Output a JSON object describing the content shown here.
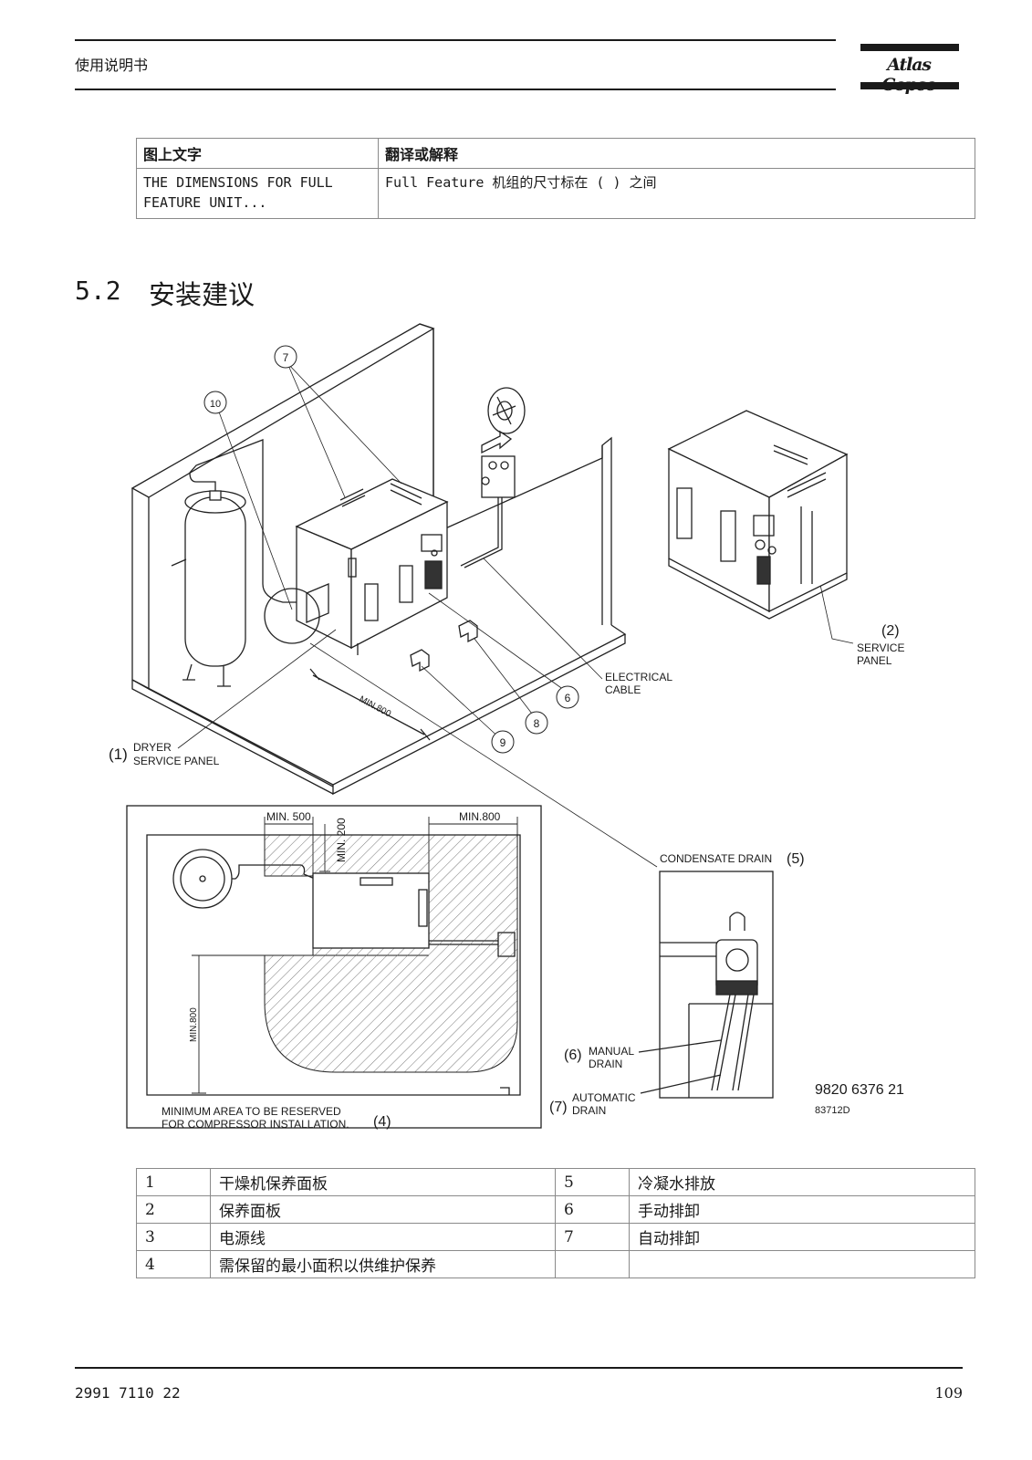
{
  "header": {
    "title": "使用说明书",
    "logo_text": "Atlas Copco"
  },
  "term_table": {
    "col1_header": "图上文字",
    "col2_header": "翻译或解释",
    "row_term_line1": "THE DIMENSIONS FOR FULL",
    "row_term_line2": "FEATURE UNIT...",
    "row_explanation": "Full Feature 机组的尺寸标在 ( ) 之间"
  },
  "section": {
    "number": "5.2",
    "title": "安装建议"
  },
  "figure": {
    "callouts": [
      "7",
      "10",
      "6",
      "8",
      "9"
    ],
    "dryer_service_panel_num": "(1)",
    "dryer_service_panel_line1": "DRYER",
    "dryer_service_panel_line2": "SERVICE PANEL",
    "service_panel_num": "(2)",
    "service_panel_line1": "SERVICE",
    "service_panel_line2": "PANEL",
    "electrical_cable_line1": "ELECTRICAL",
    "electrical_cable_line2": "CABLE",
    "min800_diag": "MIN.800",
    "plan_min500": "MIN. 500",
    "plan_min200": "MIN. 200",
    "plan_min800_top": "MIN.800",
    "plan_min800_left": "MIN.800",
    "min_area_line1": "MINIMUM AREA TO BE RESERVED",
    "min_area_line2": "FOR COMPRESSOR INSTALLATION.",
    "min_area_num": "(4)",
    "condensate_drain": "CONDENSATE DRAIN",
    "condensate_drain_num": "(5)",
    "manual_drain_num": "(6)",
    "manual_drain_line1": "MANUAL",
    "manual_drain_line2": "DRAIN",
    "auto_drain_num": "(7)",
    "auto_drain_line1": "AUTOMATIC",
    "auto_drain_line2": "DRAIN",
    "doc_number": "9820 6376 21",
    "drawing_code": "83712D"
  },
  "legend_table": {
    "rows": [
      {
        "n1": "1",
        "t1": "干燥机保养面板",
        "n2": "5",
        "t2": "冷凝水排放"
      },
      {
        "n1": "2",
        "t1": "保养面板",
        "n2": "6",
        "t2": "手动排卸"
      },
      {
        "n1": "3",
        "t1": "电源线",
        "n2": "7",
        "t2": "自动排卸"
      },
      {
        "n1": "4",
        "t1": "需保留的最小面积以供维护保养",
        "n2": "",
        "t2": ""
      }
    ]
  },
  "footer": {
    "doc_code": "2991 7110 22",
    "page_number": "109"
  }
}
